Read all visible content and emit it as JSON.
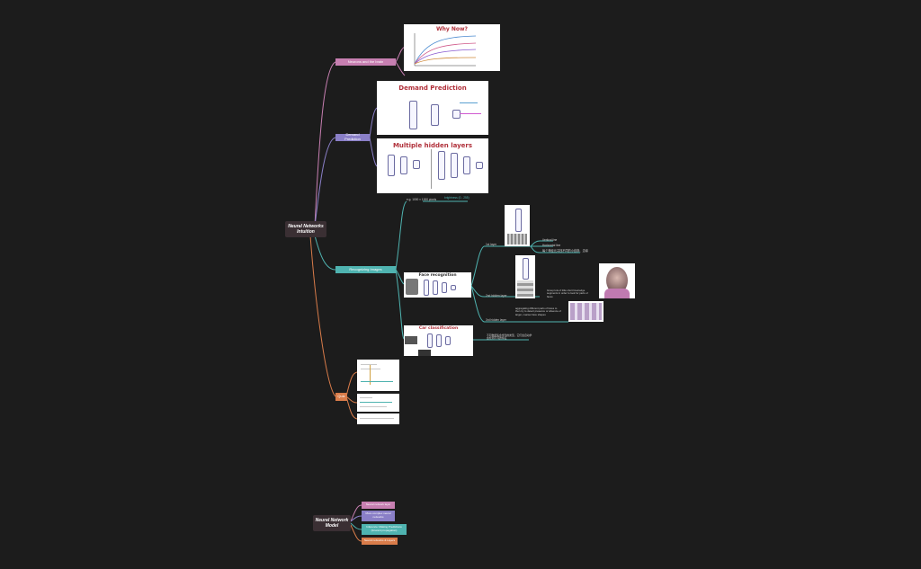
{
  "map1": {
    "root": "Neural Networks Intuition",
    "branches": {
      "neurons": "Neurons and the brain",
      "demand": "Demand Prediction",
      "images": "Recognizing Images",
      "other": "Quiz"
    },
    "image_titles": {
      "why_now": "Why Now?",
      "demand_prediction": "Demand Prediction",
      "multiple_hidden": "Multiple hidden layers",
      "face": "Face recognition",
      "car": "Car classification"
    },
    "notes": {
      "eg_1000": "e.g. 1000 × 1000 pixels",
      "vector": "brightness (0 - 255)",
      "first_layer": "1st layer",
      "vertical": "Vertical line",
      "horizontal": "Horizontal line",
      "feature": "每个神经元寻找不同的小线条、边缘",
      "second_layer": "2nd hidden layer",
      "second_desc": "Group lots of little short lines/edge segments in order to look for parts of faces",
      "third_layer": "3rd hidden layer",
      "third_desc": "aggregating different parts of faces to then try to detect presence or absence of larger, coarser face shapes",
      "car_note": "不同数据集会学到的类型，它们会自动学会检测不同的特征"
    }
  },
  "map2": {
    "root": "Neural Network Model",
    "items": [
      "Neural network layer",
      "More complex neural networks",
      "Inference: Making Predictions (forward propagation)",
      "Neural networks & Layers"
    ]
  },
  "colors": {
    "pink": "#c77fb1",
    "purple": "#8a7fc7",
    "teal": "#4fb3b0",
    "orange": "#d97c4a"
  }
}
